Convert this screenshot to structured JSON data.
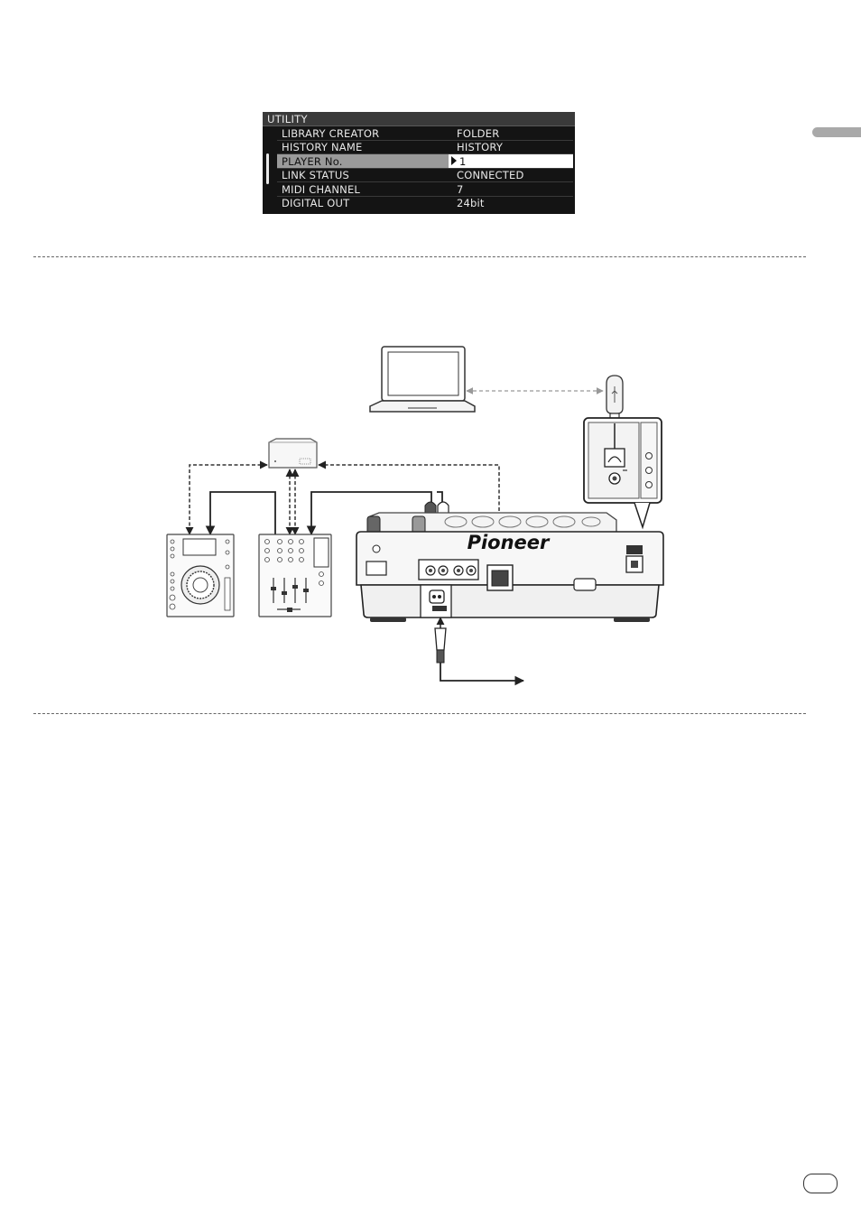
{
  "utility_screen": {
    "title": "UTILITY",
    "rows": [
      {
        "label": "LIBRARY CREATOR",
        "value": "FOLDER"
      },
      {
        "label": "HISTORY NAME",
        "value": "HISTORY"
      },
      {
        "label": "PLAYER No.",
        "value": "1",
        "selected": true
      },
      {
        "label": "LINK STATUS",
        "value": "CONNECTED"
      },
      {
        "label": "MIDI CHANNEL",
        "value": "7"
      },
      {
        "label": "DIGITAL OUT",
        "value": "24bit"
      }
    ]
  },
  "diagram": {
    "brand_logo": "Pioneer"
  }
}
